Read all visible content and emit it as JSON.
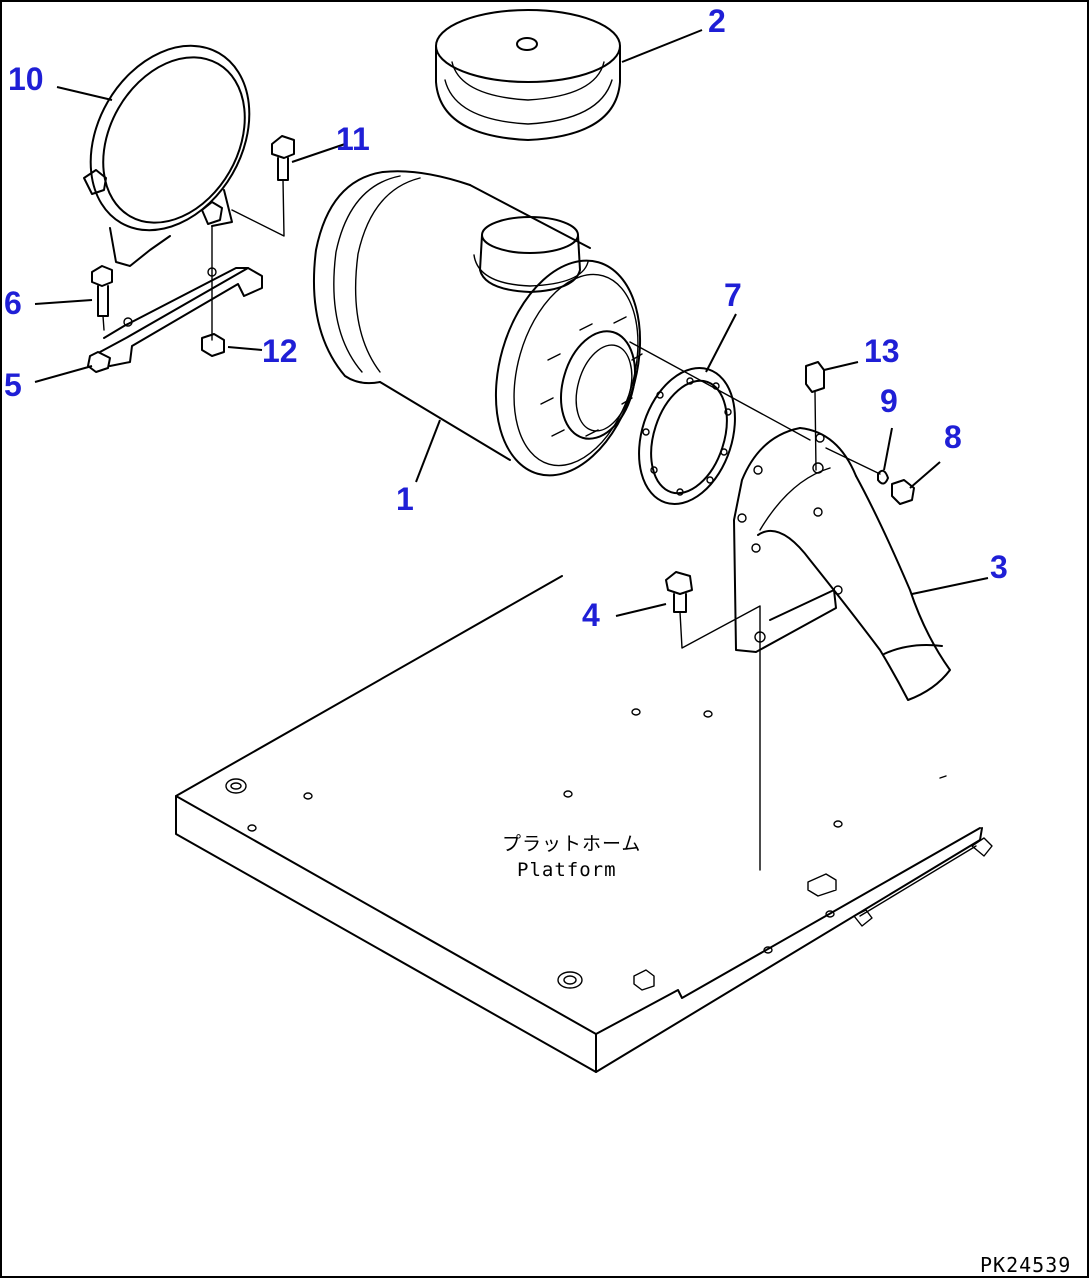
{
  "diagram": {
    "platform_label_jp": "プラットホーム",
    "platform_label_en": "Platform",
    "figure_code": "PK24539"
  },
  "callouts": [
    {
      "id": "1",
      "label": "1"
    },
    {
      "id": "2",
      "label": "2"
    },
    {
      "id": "3",
      "label": "3"
    },
    {
      "id": "4",
      "label": "4"
    },
    {
      "id": "5",
      "label": "5"
    },
    {
      "id": "6",
      "label": "6"
    },
    {
      "id": "7",
      "label": "7"
    },
    {
      "id": "8",
      "label": "8"
    },
    {
      "id": "9",
      "label": "9"
    },
    {
      "id": "10",
      "label": "10"
    },
    {
      "id": "11",
      "label": "11"
    },
    {
      "id": "12",
      "label": "12"
    },
    {
      "id": "13",
      "label": "13"
    }
  ]
}
